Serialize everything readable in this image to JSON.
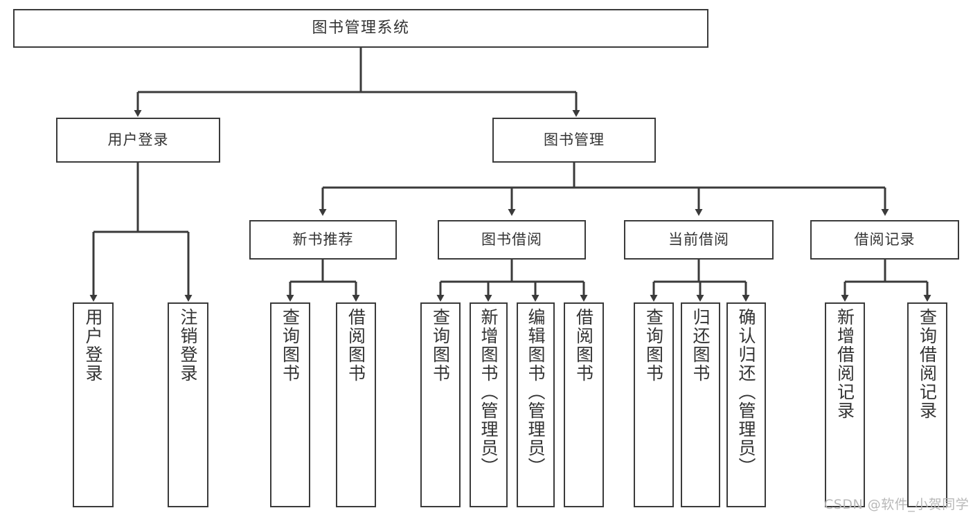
{
  "diagram": {
    "type": "tree-hierarchy-diagram",
    "title": "图书管理系统",
    "orientation": "top-down",
    "line_color": "#3a3a3a",
    "text_color": "#333333",
    "background_color": "#ffffff",
    "arrow_style": "solid-filled-triangle"
  },
  "root": {
    "label": "图书管理系统"
  },
  "level2": [
    {
      "label": "用户登录"
    },
    {
      "label": "图书管理"
    }
  ],
  "level3": [
    {
      "label": "新书推荐"
    },
    {
      "label": "图书借阅"
    },
    {
      "label": "当前借阅"
    },
    {
      "label": "借阅记录"
    }
  ],
  "leaves": {
    "user_login": [
      {
        "label": "用户登录"
      },
      {
        "label": "注销登录"
      }
    ],
    "new_book_recommend": [
      {
        "label": "查询图书"
      },
      {
        "label": "借阅图书"
      }
    ],
    "book_borrow": [
      {
        "label": "查询图书"
      },
      {
        "label": "新增图书（管理员）"
      },
      {
        "label": "编辑图书（管理员）"
      },
      {
        "label": "借阅图书"
      }
    ],
    "current_borrow": [
      {
        "label": "查询图书"
      },
      {
        "label": "归还图书"
      },
      {
        "label": "确认归还（管理员）"
      }
    ],
    "borrow_record": [
      {
        "label": "新增借阅记录"
      },
      {
        "label": "查询借阅记录"
      }
    ]
  },
  "watermark": {
    "text": "CSDN @软件_小贺同学"
  }
}
